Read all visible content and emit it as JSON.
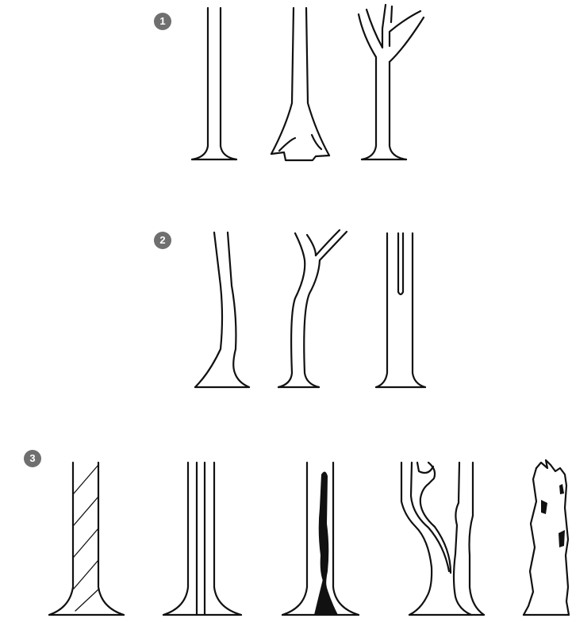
{
  "groups": [
    {
      "number": "1",
      "trees": [
        "straight-trunk",
        "flared-base-trunk",
        "forked-trunk"
      ]
    },
    {
      "number": "2",
      "trees": [
        "leaning-trunk",
        "curved-forked-trunk",
        "split-top-trunk"
      ]
    },
    {
      "number": "3",
      "trees": [
        "spiral-grain-trunk",
        "seam-trunk",
        "cavity-trunk",
        "included-bark-fork-trunk",
        "broken-decayed-trunk"
      ]
    }
  ],
  "colors": {
    "line": "#111111",
    "badge": "#6f6f6f",
    "badge_text": "#ffffff",
    "background": "#ffffff"
  }
}
